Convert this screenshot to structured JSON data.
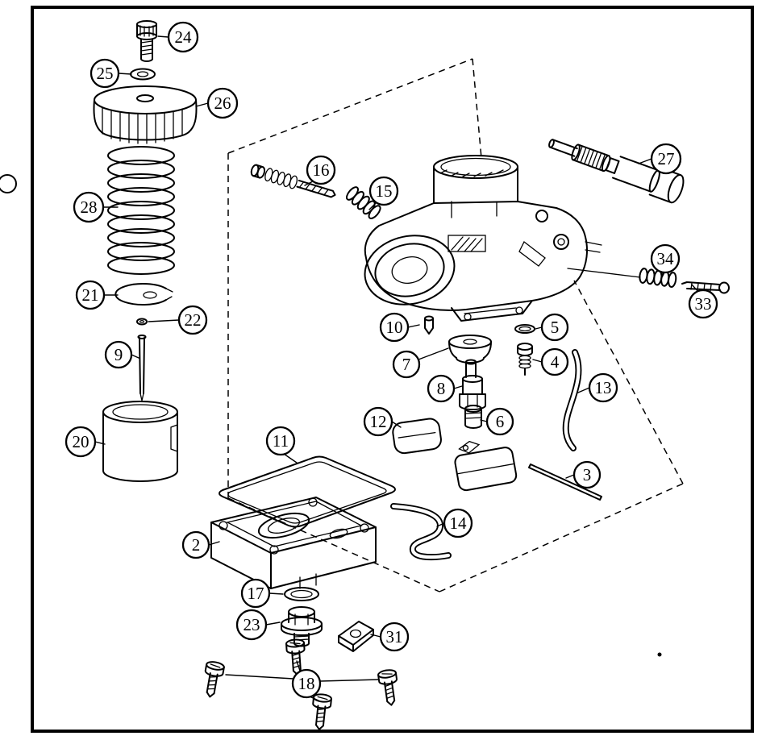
{
  "colors": {
    "line": "#000000",
    "background": "#ffffff"
  },
  "callouts": {
    "c2": "2",
    "c3": "3",
    "c4": "4",
    "c5": "5",
    "c6": "6",
    "c7": "7",
    "c8": "8",
    "c9": "9",
    "c10": "10",
    "c11": "11",
    "c12": "12",
    "c13": "13",
    "c14": "14",
    "c15": "15",
    "c16": "16",
    "c17": "17",
    "c18": "18",
    "c20": "20",
    "c21": "21",
    "c22": "22",
    "c23": "23",
    "c24": "24",
    "c25": "25",
    "c26": "26",
    "c27": "27",
    "c28": "28",
    "c31": "31",
    "c33": "33",
    "c34": "34"
  }
}
